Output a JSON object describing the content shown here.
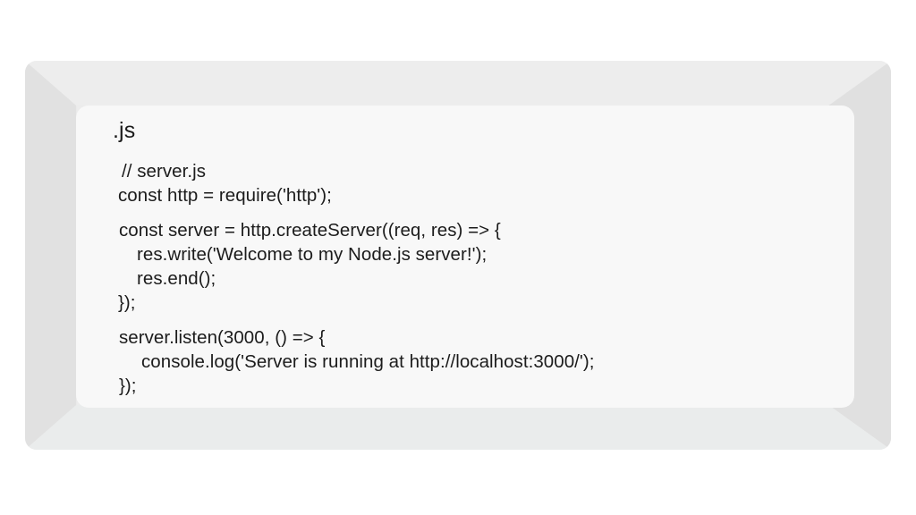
{
  "page": {
    "background_color": "#ffffff"
  },
  "frame": {
    "name": "beveled-frame",
    "top_face_color": "#ededed",
    "right_face_color": "#e0e0e0",
    "bottom_face_color": "#eaecec",
    "left_face_color": "#e1e1e1"
  },
  "card": {
    "background_color": "#f8f8f8",
    "title": ".js",
    "text_color": "#1c1c1c"
  },
  "code": {
    "groups": [
      {
        "lines": [
          {
            "text": "// server.js",
            "indent": 3
          },
          {
            "text": "const http = require('http');",
            "indent": 1
          }
        ]
      },
      {
        "lines": [
          {
            "text": "const server = http.createServer((req, res) => {",
            "indent": 2
          },
          {
            "text": "res.write('Welcome to my Node.js server!');",
            "indent": 4
          },
          {
            "text": "res.end();",
            "indent": 4
          },
          {
            "text": "});",
            "indent": 1
          }
        ]
      },
      {
        "lines": [
          {
            "text": "server.listen(3000, () => {",
            "indent": 2
          },
          {
            "text": "console.log('Server is running at http://localhost:3000/');",
            "indent": 5
          },
          {
            "text": "});",
            "indent": 2
          }
        ]
      }
    ]
  }
}
